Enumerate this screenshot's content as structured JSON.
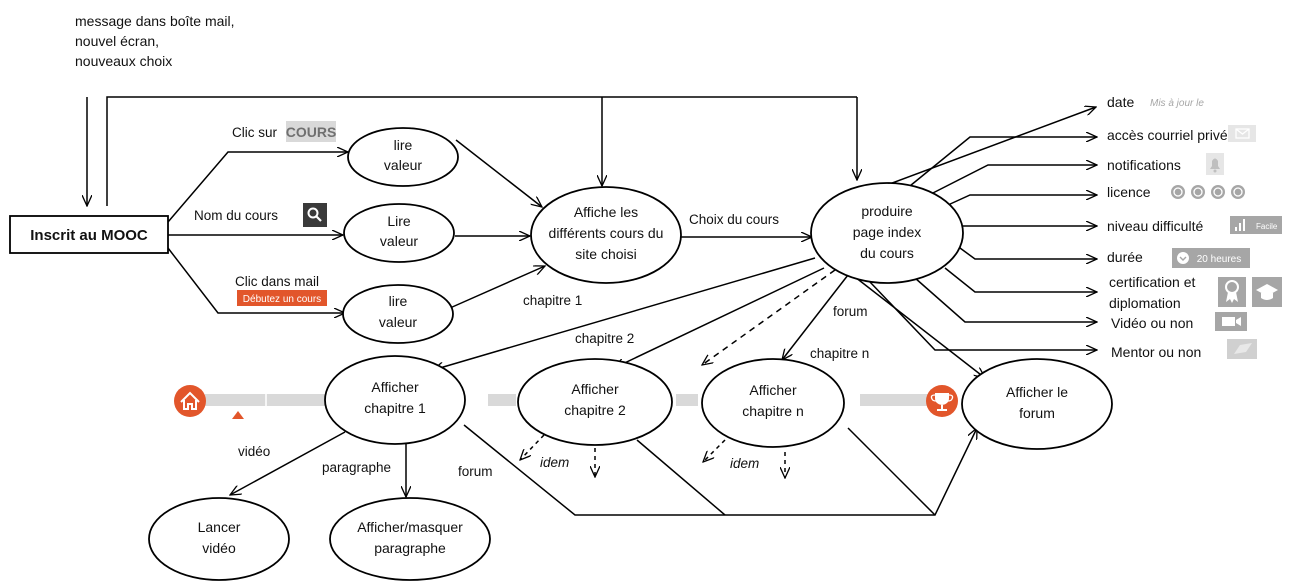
{
  "note": [
    "message dans boîte mail,",
    "nouvel écran,",
    "nouveaux choix"
  ],
  "colors": {
    "accent": "#e2562b",
    "badge": "#a6a6a6",
    "dark": "#3a3a3a",
    "line": "#000000"
  },
  "nodes": {
    "inscrit": "Inscrit au MOOC",
    "lire1": [
      "lire",
      "valeur"
    ],
    "lire2": [
      "Lire",
      "valeur"
    ],
    "lire3": [
      "lire",
      "valeur"
    ],
    "affiche": [
      "Affiche les",
      "différents cours du",
      "site choisi"
    ],
    "produire": [
      "produire",
      "page index",
      "du cours"
    ],
    "ch1": [
      "Afficher",
      "chapitre 1"
    ],
    "ch2": [
      "Afficher",
      "chapitre 2"
    ],
    "chn": [
      "Afficher",
      "chapitre n"
    ],
    "forum": [
      "Afficher  le",
      "forum"
    ],
    "lancer": [
      "Lancer",
      "vidéo"
    ],
    "masquer": [
      "Afficher/masquer",
      "paragraphe"
    ]
  },
  "labels": {
    "clic_sur": "Clic sur",
    "cours_badge": "COURS",
    "nom_du_cours": "Nom du cours",
    "clic_dans_mail": "Clic dans mail",
    "debutez": "Débutez un cours",
    "choix_du_cours": "Choix du cours",
    "chapitre1": "chapitre 1",
    "chapitre2": "chapitre 2",
    "chapitren": "chapitre n",
    "forum": "forum",
    "video": "vidéo",
    "paragraphe": "paragraphe",
    "forum2": "forum",
    "idem1": "idem",
    "idem2": "idem"
  },
  "features": {
    "date": "date",
    "mis_a_jour": "Mis à jour le",
    "acces": "accès courriel privé",
    "notifications": "notifications",
    "licence": "licence",
    "niveau": "niveau difficulté",
    "facile": "Facile",
    "duree": "durée",
    "heures": "20 heures",
    "certif1": "certification et",
    "certif2": "diplomation",
    "video": "Vidéo  ou non",
    "mentor": "Mentor ou non"
  },
  "icons": [
    "search-icon",
    "mail-icon",
    "bell-icon",
    "creative-commons-icon",
    "bar-chart-icon",
    "clock-icon",
    "award-icon",
    "graduation-cap-icon",
    "video-camera-icon",
    "mentor-icon",
    "home-icon",
    "trophy-icon"
  ]
}
